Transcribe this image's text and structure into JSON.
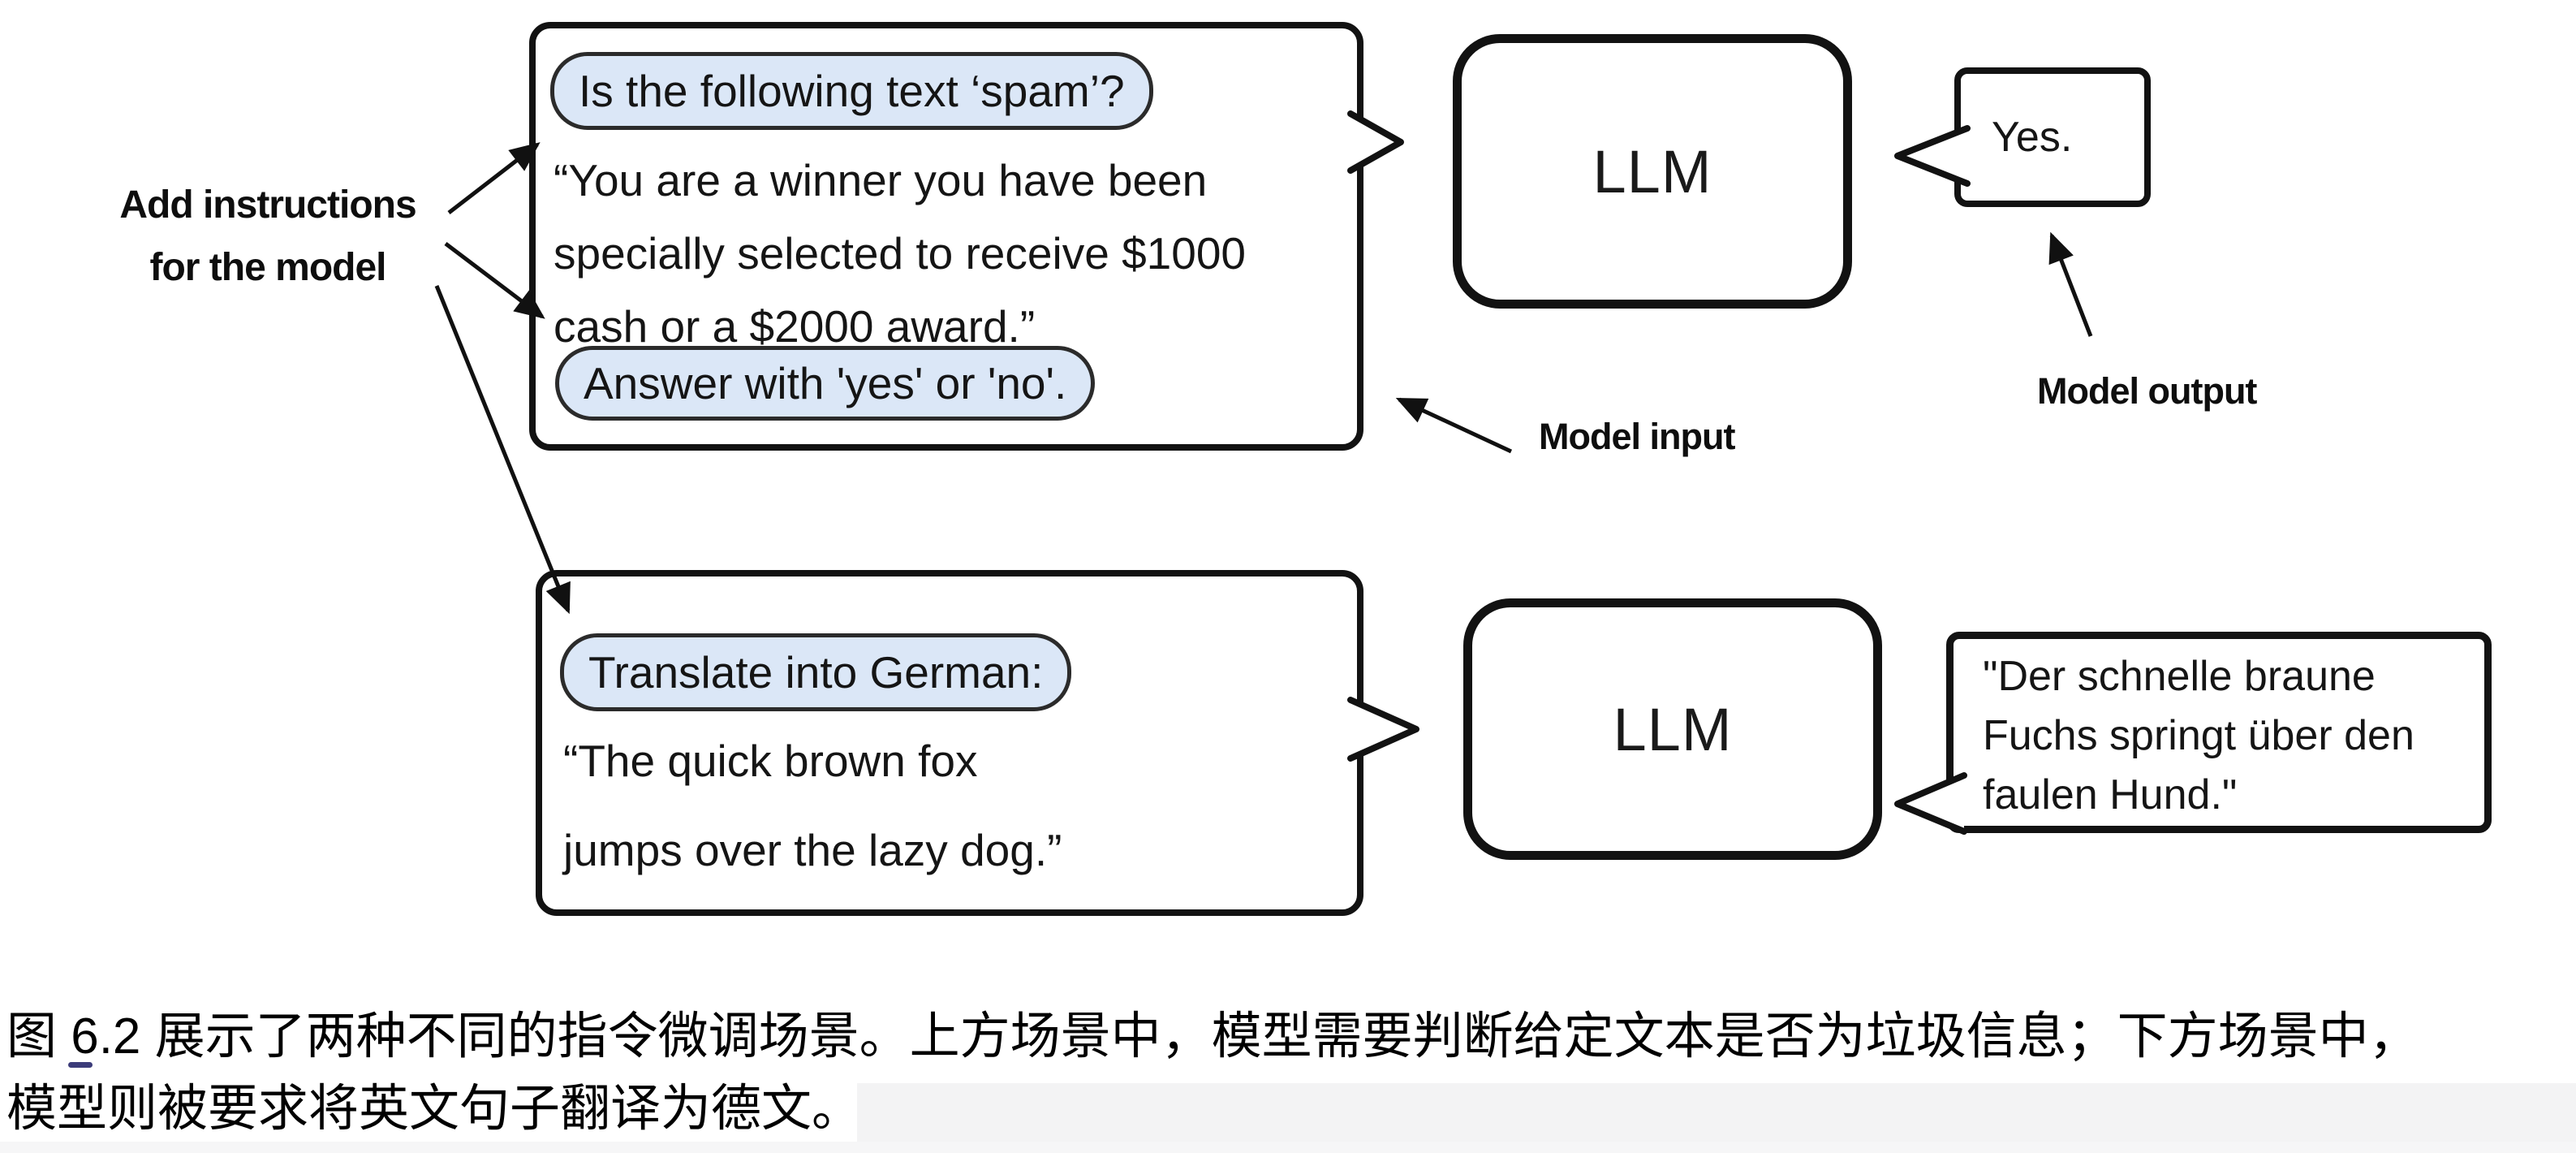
{
  "figure": {
    "annotation_add_instructions": "Add instructions\nfor the model",
    "label_model_input": "Model input",
    "label_model_output": "Model output",
    "top_scenario": {
      "input_box": {
        "instruction_1": "Is the following text ‘spam’?",
        "body": "“You are a winner you have been\nspecially selected to receive $1000\ncash or a $2000 award.”",
        "instruction_2": "Answer with 'yes' or 'no'."
      },
      "llm_label": "LLM",
      "output_bubble": "Yes."
    },
    "bottom_scenario": {
      "input_box": {
        "instruction": "Translate into German:",
        "body": "“The quick brown fox\njumps over the lazy dog.”"
      },
      "llm_label": "LLM",
      "output_bubble": "\"Der schnelle braune\nFuchs springt über den\nfaulen Hund.\""
    },
    "colors": {
      "instruction_highlight_fill": "#dbe7f7",
      "stroke": "#121212",
      "caption_link_mark": "#3c3c7a"
    }
  },
  "caption": {
    "text": "图 6.2 展示了两种不同的指令微调场景。上方场景中，模型需要判断给定文本是否为垃圾信息；下方场景中，\n模型则被要求将英文句子翻译为德文。"
  }
}
